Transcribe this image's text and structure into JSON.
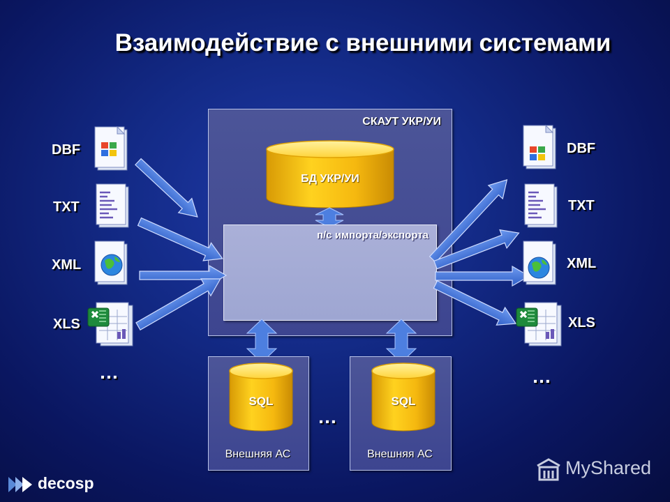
{
  "title": "Взаимодействие с внешними системами",
  "main_system": {
    "label": "СКАУТ УКР/УИ",
    "database": "БД УКР/УИ"
  },
  "module": {
    "label": "п/с импорта/экспорта"
  },
  "external_systems": [
    {
      "db": "SQL",
      "label": "Внешняя АС"
    },
    {
      "db": "SQL",
      "label": "Внешняя АС"
    }
  ],
  "external_more": "…",
  "import_formats": [
    "DBF",
    "TXT",
    "XML",
    "XLS"
  ],
  "export_formats": [
    "DBF",
    "TXT",
    "XML",
    "XLS"
  ],
  "import_more": "…",
  "export_more": "…",
  "logos": {
    "left": "decosp",
    "right": "MyShared"
  },
  "colors": {
    "arrow_fill": "#3f72d9",
    "cylinder": "#f2b40c",
    "frame": "#4c5598",
    "panel": "#a3aad5"
  },
  "file_icons": [
    "word-doc-icon",
    "text-doc-icon",
    "globe-doc-icon",
    "excel-doc-icon"
  ]
}
